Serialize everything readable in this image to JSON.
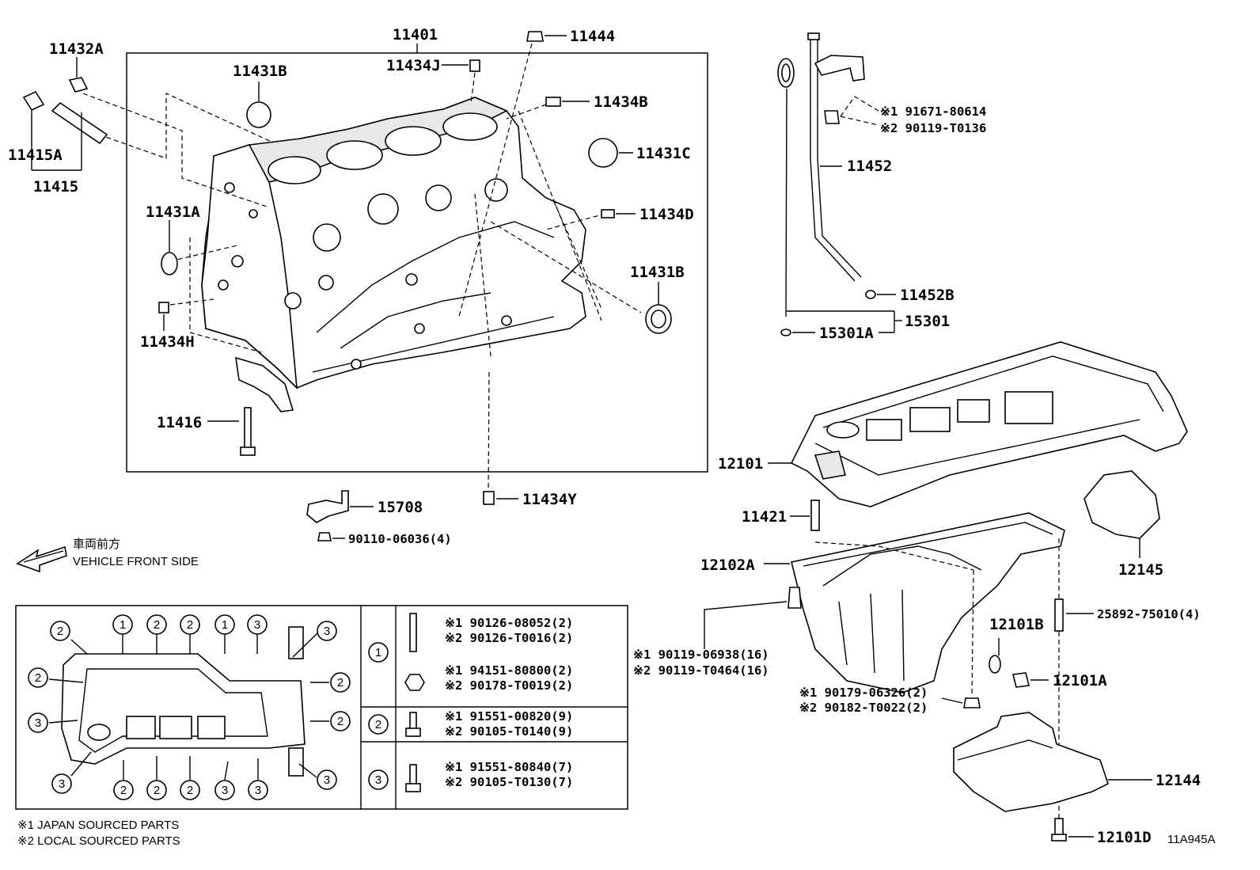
{
  "diagram": {
    "figure_code": "11A945A",
    "direction_jp": "車両前方",
    "direction_en": "VEHICLE FRONT SIDE",
    "notes": {
      "japan": "※1 JAPAN SOURCED PARTS",
      "local": "※2 LOCAL SOURCED PARTS"
    },
    "labels": {
      "p11401": "11401",
      "p11444": "11444",
      "p11432A": "11432A",
      "p11434J": "11434J",
      "p11431B_top": "11431B",
      "p11434B": "11434B",
      "p11415A": "11415A",
      "p11415": "11415",
      "p11431C": "11431C",
      "p11431A": "11431A",
      "p11434D": "11434D",
      "p11431B_right": "11431B",
      "p11434H": "11434H",
      "p11416": "11416",
      "p11434Y": "11434Y",
      "p15708": "15708",
      "p90110": "90110-06036(4)",
      "p11452": "11452",
      "p11452B": "11452B",
      "p15301A": "15301A",
      "p15301": "15301",
      "p12101": "12101",
      "p11421": "11421",
      "p12102A": "12102A",
      "p12145": "12145",
      "p12101B": "12101B",
      "p12101A": "12101A",
      "p12144": "12144",
      "p12101D": "12101D",
      "p25892": "25892-75010(4)",
      "bracket_bolt_1": "※1 91671-80614",
      "bracket_bolt_2": "※2 90119-T0136",
      "pan_bolt_1": "※1 90119-06938(16)",
      "pan_bolt_2": "※2 90119-T0464(16)",
      "pan_nut_1": "※1 90179-06326(2)",
      "pan_nut_2": "※2 90182-T0022(2)"
    },
    "legend": [
      {
        "num": "1",
        "parts": [
          "※1 90126-08052(2)",
          "※2 90126-T0016(2)",
          "※1 94151-80800(2)",
          "※2 90178-T0019(2)"
        ]
      },
      {
        "num": "2",
        "parts": [
          "※1 91551-00820(9)",
          "※2 90105-T0140(9)"
        ]
      },
      {
        "num": "3",
        "parts": [
          "※1 91551-80840(7)",
          "※2 90105-T0130(7)"
        ]
      }
    ],
    "pan_callouts": [
      "2",
      "1",
      "2",
      "2",
      "1",
      "3",
      "3",
      "2",
      "2",
      "2",
      "3",
      "3",
      "3",
      "2",
      "2",
      "2",
      "3",
      "3"
    ]
  }
}
